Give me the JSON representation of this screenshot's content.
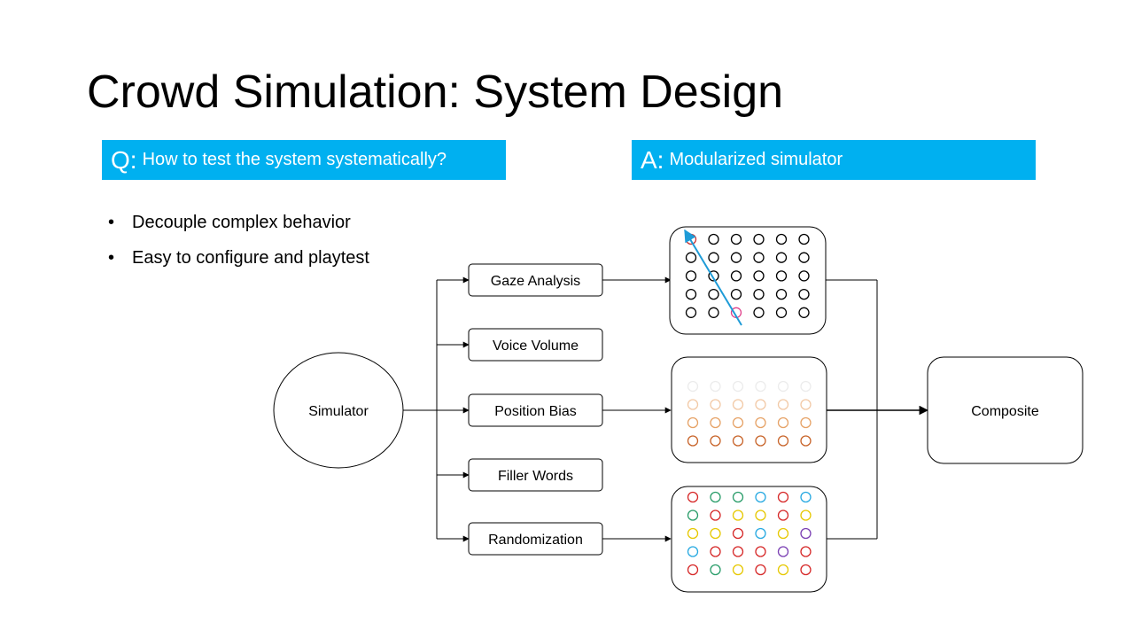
{
  "slide": {
    "title": "Crowd Simulation: System Design"
  },
  "question": {
    "prefix": "Q:",
    "text": "How to test the system systematically?"
  },
  "answer": {
    "prefix": "A:",
    "text": "Modularized simulator"
  },
  "bullets": [
    "Decouple complex behavior",
    "Easy to configure and playtest"
  ],
  "diagram": {
    "source": "Simulator",
    "modules": [
      "Gaze Analysis",
      "Voice Volume",
      "Position Bias",
      "Filler Words",
      "Randomization"
    ],
    "sink": "Composite",
    "colors": {
      "accent": "#00b0f0",
      "line": "#000000",
      "gaze_arrow": "#1e9bd7",
      "gaze_highlight": "#e0408a"
    },
    "panels": {
      "gaze": {
        "rows": [
          [
            "#c83232",
            "#000000",
            "#000000",
            "#000000",
            "#000000",
            "#000000"
          ],
          [
            "#000000",
            "#000000",
            "#000000",
            "#000000",
            "#000000",
            "#000000"
          ],
          [
            "#000000",
            "#000000",
            "#000000",
            "#000000",
            "#000000",
            "#000000"
          ],
          [
            "#000000",
            "#000000",
            "#000000",
            "#000000",
            "#000000",
            "#000000"
          ],
          [
            "#000000",
            "#000000",
            "#e0408a",
            "#000000",
            "#000000",
            "#000000"
          ]
        ]
      },
      "position": {
        "rows": [
          [
            "#ececec",
            "#ececec",
            "#ececec",
            "#ececec",
            "#ececec",
            "#ececec"
          ],
          [
            "#f2c9a6",
            "#f2c9a6",
            "#f2c9a6",
            "#f2c9a6",
            "#f2c9a6",
            "#f2c9a6"
          ],
          [
            "#e6a266",
            "#e6a266",
            "#e6a266",
            "#e6a266",
            "#e6a266",
            "#e6a266"
          ],
          [
            "#c8642a",
            "#c8642a",
            "#c8642a",
            "#c8642a",
            "#c8642a",
            "#c8642a"
          ]
        ]
      },
      "random": {
        "rows": [
          [
            "#d62828",
            "#2a9d6a",
            "#2a9d6a",
            "#27a9e1",
            "#d62828",
            "#27a9e1"
          ],
          [
            "#2a9d6a",
            "#d62828",
            "#e6c800",
            "#e6c800",
            "#d62828",
            "#e6c800"
          ],
          [
            "#e6c800",
            "#e6c800",
            "#d62828",
            "#27a9e1",
            "#e6c800",
            "#7a3fb3"
          ],
          [
            "#27a9e1",
            "#d62828",
            "#d62828",
            "#d62828",
            "#7a3fb3",
            "#d62828"
          ],
          [
            "#d62828",
            "#2a9d6a",
            "#e6c800",
            "#d62828",
            "#e6c800",
            "#d62828"
          ]
        ]
      }
    }
  }
}
